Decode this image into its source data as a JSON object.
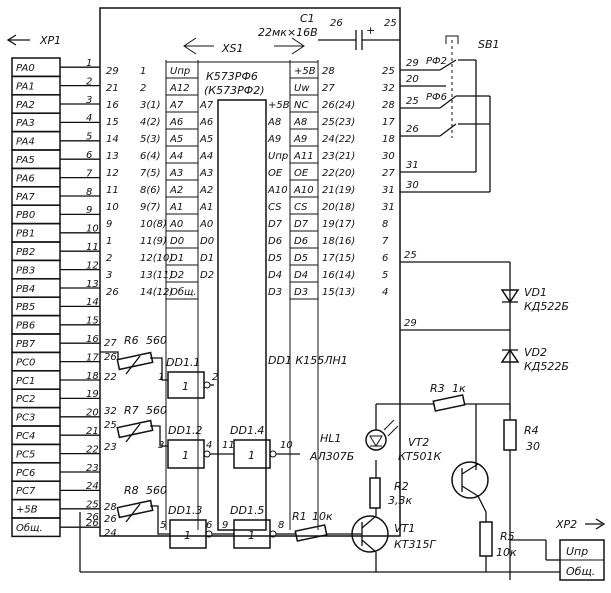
{
  "connector_xp1": {
    "ref": "XP1",
    "pins": [
      {
        "name": "PA0",
        "num": "1"
      },
      {
        "name": "PA1",
        "num": "2"
      },
      {
        "name": "PA2",
        "num": "3"
      },
      {
        "name": "PA3",
        "num": "4"
      },
      {
        "name": "PA4",
        "num": "5"
      },
      {
        "name": "PA5",
        "num": "6"
      },
      {
        "name": "PA6",
        "num": "7"
      },
      {
        "name": "PA7",
        "num": "8"
      },
      {
        "name": "PB0",
        "num": "9"
      },
      {
        "name": "PB1",
        "num": "10"
      },
      {
        "name": "PB2",
        "num": "11"
      },
      {
        "name": "PB3",
        "num": "12"
      },
      {
        "name": "PB4",
        "num": "13"
      },
      {
        "name": "PB5",
        "num": "14"
      },
      {
        "name": "PB6",
        "num": "15"
      },
      {
        "name": "PB7",
        "num": "16"
      },
      {
        "name": "PC0",
        "num": "17"
      },
      {
        "name": "PC1",
        "num": "18"
      },
      {
        "name": "PC2",
        "num": "19"
      },
      {
        "name": "PC3",
        "num": "20"
      },
      {
        "name": "PC4",
        "num": "21"
      },
      {
        "name": "PC5",
        "num": "22"
      },
      {
        "name": "PC6",
        "num": "23"
      },
      {
        "name": "PC7",
        "num": "24"
      },
      {
        "name": "+5В",
        "num": "25"
      },
      {
        "name": "Общ.",
        "num": "26"
      }
    ]
  },
  "socket_xs1": {
    "ref": "XS1",
    "chip": "К573РФ6",
    "chip_alt": "(К573РФ2)",
    "left_rows": [
      {
        "a": "29",
        "b": "1",
        "s": "Uпр"
      },
      {
        "a": "21",
        "b": "2",
        "s": "A12"
      },
      {
        "a": "16",
        "b": "3(1)",
        "s": "A7"
      },
      {
        "a": "15",
        "b": "4(2)",
        "s": "A6"
      },
      {
        "a": "14",
        "b": "5(3)",
        "s": "A5"
      },
      {
        "a": "13",
        "b": "6(4)",
        "s": "A4"
      },
      {
        "a": "12",
        "b": "7(5)",
        "s": "A3"
      },
      {
        "a": "11",
        "b": "8(6)",
        "s": "A2"
      },
      {
        "a": "10",
        "b": "9(7)",
        "s": "A1"
      },
      {
        "a": "9",
        "b": "10(8)",
        "s": "A0"
      },
      {
        "a": "1",
        "b": "11(9)",
        "s": "D0"
      },
      {
        "a": "2",
        "b": "12(10)",
        "s": "D1"
      },
      {
        "a": "3",
        "b": "13(11)",
        "s": "D2"
      },
      {
        "a": "26",
        "b": "14(12)",
        "s": "Общ."
      }
    ],
    "right_rows": [
      {
        "s": "+5В",
        "a": "28",
        "b": "25"
      },
      {
        "s": "Uw",
        "a": "27",
        "b": "32"
      },
      {
        "s": "NC",
        "a": "26(24)",
        "b": "28"
      },
      {
        "s": "A8",
        "a": "25(23)",
        "b": "17"
      },
      {
        "s": "A9",
        "a": "24(22)",
        "b": "18"
      },
      {
        "s": "A11",
        "a": "23(21)",
        "b": "30"
      },
      {
        "s": "OE",
        "a": "22(20)",
        "b": "27"
      },
      {
        "s": "A10",
        "a": "21(19)",
        "b": "31"
      },
      {
        "s": "CS",
        "a": "20(18)",
        "b": "31"
      },
      {
        "s": "D7",
        "a": "19(17)",
        "b": "8"
      },
      {
        "s": "D6",
        "a": "18(16)",
        "b": "7"
      },
      {
        "s": "D5",
        "a": "17(15)",
        "b": "6"
      },
      {
        "s": "D4",
        "a": "16(14)",
        "b": "5"
      },
      {
        "s": "D3",
        "a": "15(13)",
        "b": "4"
      }
    ],
    "mid_left": [
      "A7",
      "A6",
      "A5",
      "A4",
      "A3",
      "A2",
      "A1",
      "A0",
      "D0",
      "D1",
      "D2"
    ],
    "mid_right": [
      "+5В",
      "A8",
      "A9",
      "Uпр",
      "OE",
      "A10",
      "CS",
      "D7",
      "D6",
      "D5",
      "D4",
      "D3"
    ]
  },
  "capacitor": {
    "ref": "C1",
    "value": "22мк×16В",
    "pin_a": "26",
    "pin_b": "25",
    "plus": "+"
  },
  "switch": {
    "ref": "SB1",
    "label1": "РФ2",
    "label2": "РФ6",
    "pins": [
      "29",
      "20",
      "25",
      "26",
      "31",
      "30"
    ]
  },
  "chip_dd1": {
    "title": "DD1 К155ЛН1"
  },
  "gates": [
    {
      "ref": "DD1.1",
      "in": "1",
      "out": "2",
      "sym": "1"
    },
    {
      "ref": "DD1.2",
      "in": "3",
      "out": "4",
      "sym": "1"
    },
    {
      "ref": "DD1.4",
      "in": "11",
      "out": "10",
      "sym": "1"
    },
    {
      "ref": "DD1.3",
      "in": "5",
      "out": "6",
      "sym": "1"
    },
    {
      "ref": "DD1.5",
      "in": "9",
      "out": "8",
      "sym": "1"
    }
  ],
  "trimmers": [
    {
      "ref": "R6",
      "value": "560",
      "pins": [
        "27",
        "26",
        "22"
      ]
    },
    {
      "ref": "R7",
      "value": "560",
      "pins": [
        "32",
        "25",
        "23"
      ]
    },
    {
      "ref": "R8",
      "value": "560",
      "pins": [
        "28",
        "26",
        "24"
      ]
    }
  ],
  "resistors": [
    {
      "ref": "R1",
      "value": "10к"
    },
    {
      "ref": "R2",
      "value": "3,3к"
    },
    {
      "ref": "R3",
      "value": "1к"
    },
    {
      "ref": "R4",
      "value": "30"
    },
    {
      "ref": "R5",
      "value": "10к"
    }
  ],
  "diodes": [
    {
      "ref": "VD1",
      "value": "КД522Б"
    },
    {
      "ref": "VD2",
      "value": "КД522Б"
    }
  ],
  "led": {
    "ref": "HL1",
    "value": "АЛ307Б"
  },
  "transistors": [
    {
      "ref": "VT1",
      "value": "КТ315Г"
    },
    {
      "ref": "VT2",
      "value": "КТ501К"
    }
  ],
  "connector_xp2": {
    "ref": "XP2",
    "pins": [
      "Uпр",
      "Общ."
    ]
  },
  "node_labels": {
    "n25": "25",
    "n29": "29",
    "n26": "26"
  }
}
